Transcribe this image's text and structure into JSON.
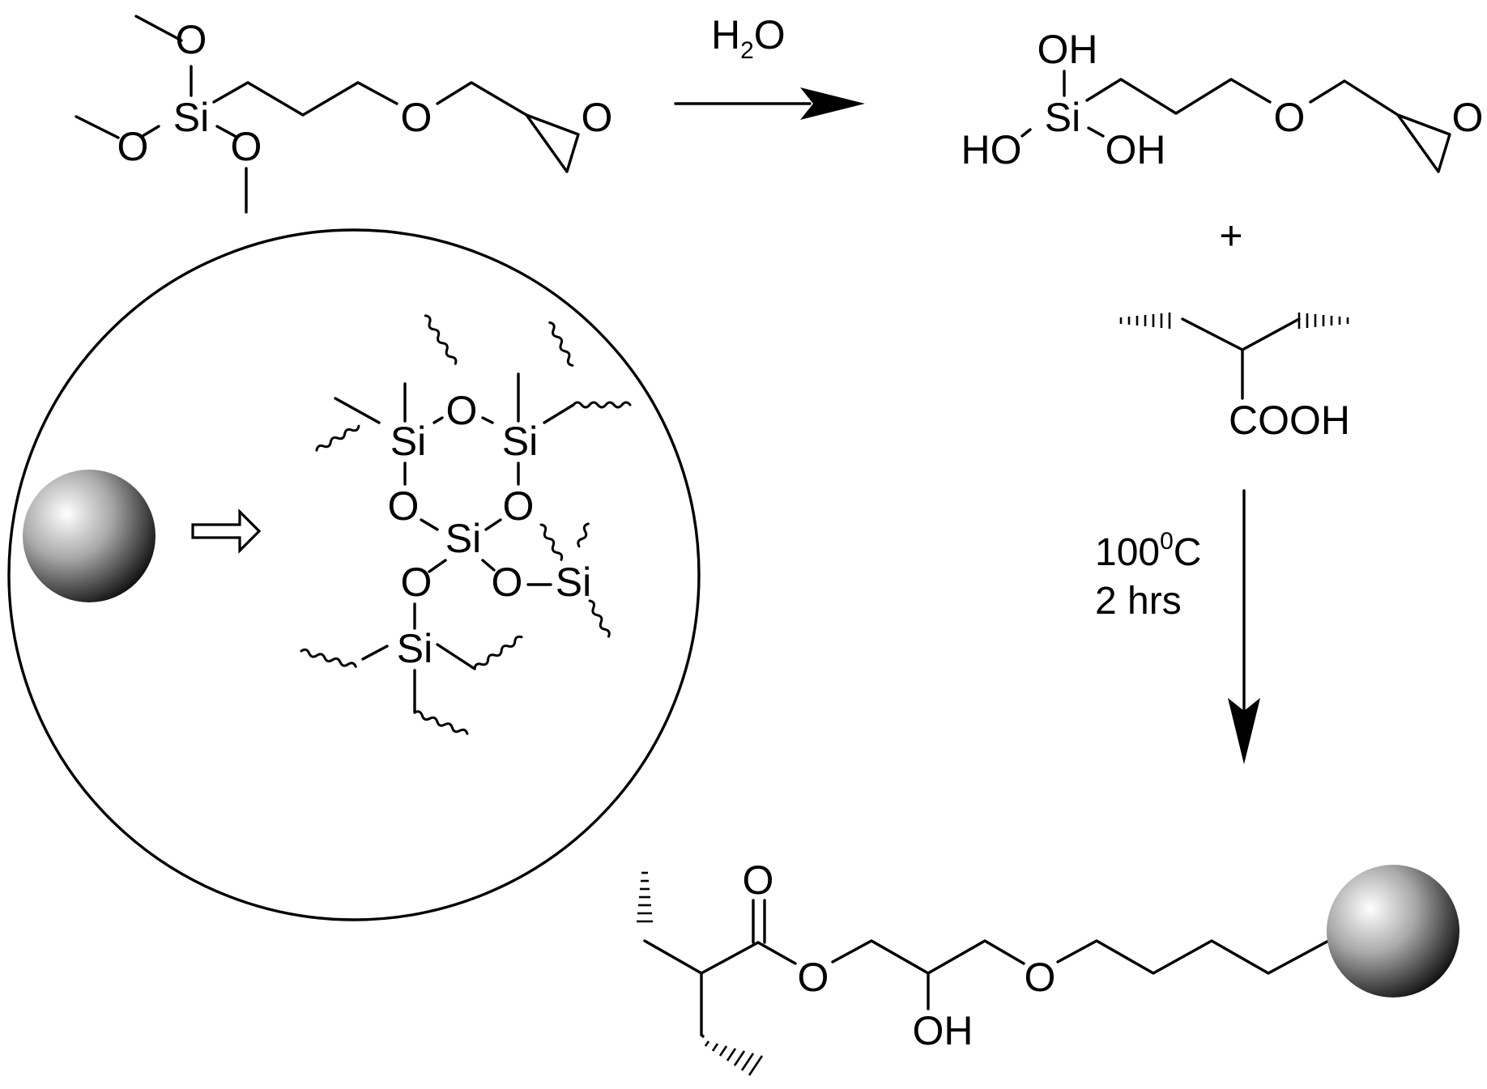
{
  "reagent_above_arrow": {
    "main": "H",
    "subscript": "2",
    "tail": "O"
  },
  "plus_sign": "+",
  "conditions": {
    "temperature": {
      "value": "100",
      "superscript": "0",
      "unit": "C"
    },
    "time": "2 hrs"
  },
  "atoms": {
    "si": "Si",
    "o": "O",
    "oh": "OH",
    "ho": "HO",
    "cooh": "COOH"
  },
  "colors": {
    "ink": "#000000",
    "background": "#ffffff"
  }
}
